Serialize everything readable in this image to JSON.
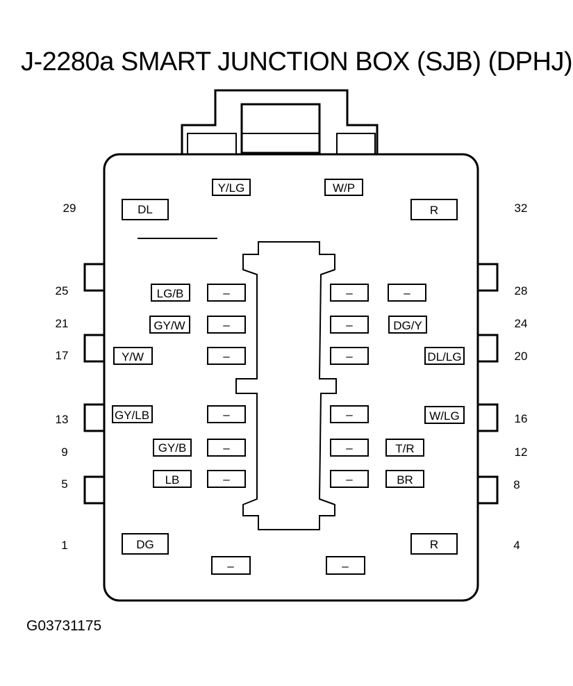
{
  "title": "J-2280a SMART JUNCTION BOX (SJB) (DPHJ)",
  "figure_id": "G03731175",
  "pin_numbers_left": [
    "29",
    "25",
    "21",
    "17",
    "13",
    "9",
    "5",
    "1"
  ],
  "pin_numbers_right": [
    "32",
    "28",
    "24",
    "20",
    "16",
    "12",
    "8",
    "4"
  ],
  "cavities": [
    {
      "id": "y-lg",
      "label": "Y/LG"
    },
    {
      "id": "w-p",
      "label": "W/P"
    },
    {
      "id": "dl-top",
      "label": "DL"
    },
    {
      "id": "r-top",
      "label": "R"
    },
    {
      "id": "lg-b",
      "label": "LG/B"
    },
    {
      "id": "gy-w",
      "label": "GY/W"
    },
    {
      "id": "y-w",
      "label": "Y/W"
    },
    {
      "id": "gy-lb",
      "label": "GY/LB"
    },
    {
      "id": "gy-b",
      "label": "GY/B"
    },
    {
      "id": "lb",
      "label": "LB"
    },
    {
      "id": "dg-y",
      "label": "DG/Y"
    },
    {
      "id": "dl-lg",
      "label": "DL/LG"
    },
    {
      "id": "w-lg",
      "label": "W/LG"
    },
    {
      "id": "t-r",
      "label": "T/R"
    },
    {
      "id": "br",
      "label": "BR"
    },
    {
      "id": "dg-bottom",
      "label": "DG"
    },
    {
      "id": "r-bottom",
      "label": "R"
    },
    {
      "id": "empty-l1",
      "label": "–"
    },
    {
      "id": "empty-l2",
      "label": "–"
    },
    {
      "id": "empty-l3",
      "label": "–"
    },
    {
      "id": "empty-l4",
      "label": "–"
    },
    {
      "id": "empty-l5",
      "label": "–"
    },
    {
      "id": "empty-l6",
      "label": "–"
    },
    {
      "id": "empty-r1",
      "label": "–"
    },
    {
      "id": "empty-r2",
      "label": "–"
    },
    {
      "id": "empty-r3",
      "label": "–"
    },
    {
      "id": "empty-r4",
      "label": "–"
    },
    {
      "id": "empty-r5",
      "label": "–"
    },
    {
      "id": "empty-r6",
      "label": "–"
    },
    {
      "id": "empty-r7",
      "label": "–"
    },
    {
      "id": "empty-b1",
      "label": "–"
    },
    {
      "id": "empty-b2",
      "label": "–"
    }
  ]
}
